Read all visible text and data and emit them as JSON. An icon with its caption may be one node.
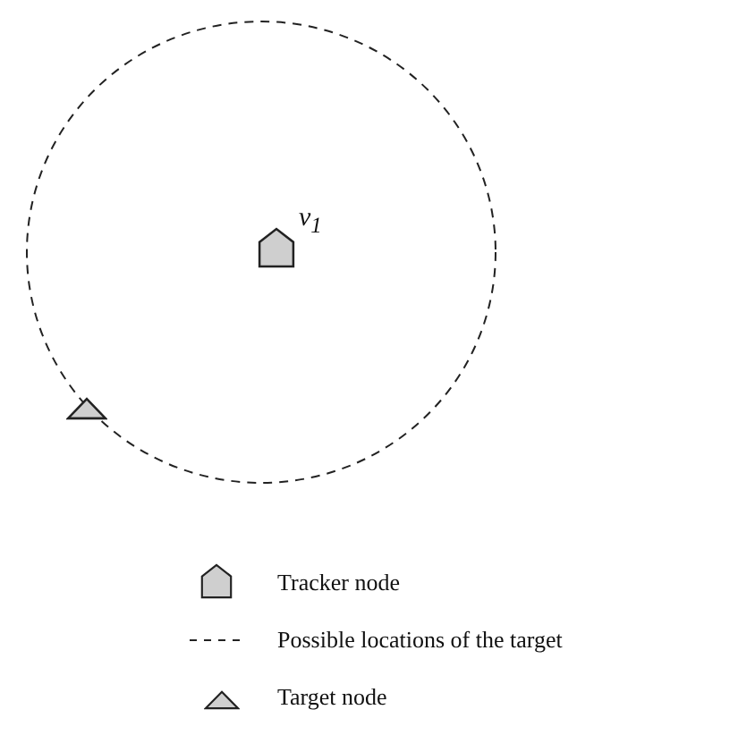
{
  "diagram": {
    "nodes": [
      {
        "text": [],
        "shape": "pentagon",
        "beside": [
          "v$_{1}$"
        ]
      },
      {
        "text": [],
        "shape": "triangle"
      }
    ],
    "legend": [
      {
        "text": "Tracker node"
      },
      {
        "text": "Possible locations of the target"
      },
      {
        "text": "Target node"
      }
    ]
  }
}
